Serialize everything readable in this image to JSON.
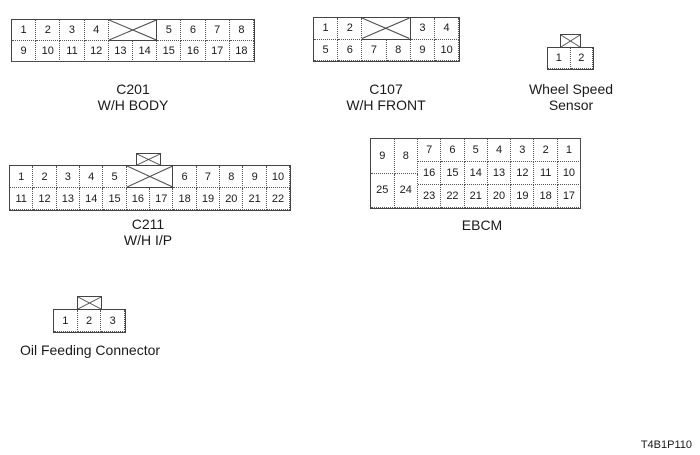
{
  "figure_id": "T4B1P110",
  "connectors": {
    "c201": {
      "name": "C201",
      "description": "W/H BODY",
      "row1": [
        "1",
        "2",
        "3",
        "4",
        "5",
        "6",
        "7",
        "8"
      ],
      "row2": [
        "9",
        "10",
        "11",
        "12",
        "13",
        "14",
        "15",
        "16",
        "17",
        "18"
      ]
    },
    "c107": {
      "name": "C107",
      "description": "W/H FRONT",
      "row1": [
        "1",
        "2",
        "3",
        "4"
      ],
      "row2": [
        "5",
        "6",
        "7",
        "8",
        "9",
        "10"
      ]
    },
    "wheel_speed": {
      "name": "Wheel Speed",
      "description": "Sensor",
      "pins": [
        "1",
        "2"
      ]
    },
    "c211": {
      "name": "C211",
      "description": "W/H I/P",
      "row1": [
        "1",
        "2",
        "3",
        "4",
        "5",
        "6",
        "7",
        "8",
        "9",
        "10"
      ],
      "row2": [
        "11",
        "12",
        "13",
        "14",
        "15",
        "16",
        "17",
        "18",
        "19",
        "20",
        "21",
        "22"
      ]
    },
    "ebcm": {
      "name": "EBCM",
      "left_top": [
        "9",
        "8"
      ],
      "left_bottom": [
        "25",
        "24"
      ],
      "row1": [
        "7",
        "6",
        "5",
        "4",
        "3",
        "2",
        "1"
      ],
      "row2": [
        "16",
        "15",
        "14",
        "13",
        "12",
        "11",
        "10"
      ],
      "row3": [
        "23",
        "22",
        "21",
        "20",
        "19",
        "18",
        "17"
      ]
    },
    "oil_feeding": {
      "name": "Oil Feeding Connector",
      "pins": [
        "1",
        "2",
        "3"
      ]
    }
  }
}
